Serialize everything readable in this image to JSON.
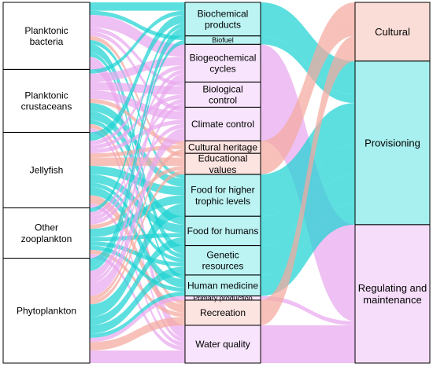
{
  "colors": {
    "teal": "#1fd3d3",
    "pink": "#f4a99f",
    "purple": "#e9a8ef",
    "node_teal": "#3fdcdc",
    "node_pink": "#f7b3a8",
    "node_purple": "#eab3f5"
  },
  "organisms": [
    {
      "id": "bacteria",
      "label": "Planktonic bacteria",
      "lines": [
        "Planktonic",
        "bacteria"
      ],
      "color": "purple"
    },
    {
      "id": "crustaceans",
      "label": "Planktonic crustaceans",
      "lines": [
        "Planktonic",
        "crustaceans"
      ],
      "color": "purple"
    },
    {
      "id": "jellyfish",
      "label": "Jellyfish",
      "lines": [
        "Jellyfish"
      ],
      "color": "purple"
    },
    {
      "id": "other",
      "label": "Other zooplankton",
      "lines": [
        "Other",
        "zooplankton"
      ],
      "color": "purple"
    },
    {
      "id": "phyto",
      "label": "Phytoplankton",
      "lines": [
        "Phytoplankton"
      ],
      "color": "purple"
    }
  ],
  "services": [
    {
      "id": "biochem",
      "label": "Biochemical products",
      "lines": [
        "Biochemical",
        "products"
      ],
      "color": "teal"
    },
    {
      "id": "biofuel",
      "label": "Biofuel",
      "lines": [
        "Biofuel"
      ],
      "color": "teal"
    },
    {
      "id": "biogeo",
      "label": "Biogeochemical cycles",
      "lines": [
        "Biogeochemical",
        "cycles"
      ],
      "color": "purple"
    },
    {
      "id": "biocontrol",
      "label": "Biological control",
      "lines": [
        "Biological",
        "control"
      ],
      "color": "purple"
    },
    {
      "id": "climate",
      "label": "Climate control",
      "lines": [
        "Climate control"
      ],
      "color": "purple"
    },
    {
      "id": "heritage",
      "label": "Cultural heritage",
      "lines": [
        "Cultural heritage"
      ],
      "color": "pink"
    },
    {
      "id": "edu",
      "label": "Educational values",
      "lines": [
        "Educational",
        "values"
      ],
      "color": "pink"
    },
    {
      "id": "foodhigher",
      "label": "Food for higher trophic levels",
      "lines": [
        "Food for higher",
        "trophic levels"
      ],
      "color": "teal"
    },
    {
      "id": "foodhuman",
      "label": "Food for humans",
      "lines": [
        "Food for humans"
      ],
      "color": "teal"
    },
    {
      "id": "genetic",
      "label": "Genetic resources",
      "lines": [
        "Genetic",
        "resources"
      ],
      "color": "teal"
    },
    {
      "id": "medicine",
      "label": "Human medicine",
      "lines": [
        "Human medicine"
      ],
      "color": "teal"
    },
    {
      "id": "primary",
      "label": "Primary production",
      "lines": [
        "Primary production"
      ],
      "color": "purple"
    },
    {
      "id": "recreation",
      "label": "Recreation",
      "lines": [
        "Recreation"
      ],
      "color": "pink"
    },
    {
      "id": "water",
      "label": "Water quality",
      "lines": [
        "Water quality"
      ],
      "color": "purple"
    }
  ],
  "categories": [
    {
      "id": "cultural",
      "label": "Cultural",
      "lines": [
        "Cultural"
      ],
      "color": "pink"
    },
    {
      "id": "provisioning",
      "label": "Provisioning",
      "lines": [
        "Provisioning"
      ],
      "color": "teal"
    },
    {
      "id": "regulating",
      "label": "Regulating and maintenance",
      "lines": [
        "Regulating and",
        "maintenance"
      ],
      "color": "purple"
    }
  ],
  "service_category": {
    "biochem": "provisioning",
    "biofuel": "provisioning",
    "biogeo": "regulating",
    "biocontrol": "regulating",
    "climate": "regulating",
    "heritage": "cultural",
    "edu": "cultural",
    "foodhigher": "provisioning",
    "foodhuman": "provisioning",
    "genetic": "provisioning",
    "medicine": "provisioning",
    "primary": "regulating",
    "recreation": "cultural",
    "water": "regulating"
  },
  "links": [
    {
      "source": "bacteria",
      "target": "biochem",
      "value": 2
    },
    {
      "source": "bacteria",
      "target": "biofuel",
      "value": 1
    },
    {
      "source": "bacteria",
      "target": "biogeo",
      "value": 3
    },
    {
      "source": "bacteria",
      "target": "biocontrol",
      "value": 1
    },
    {
      "source": "bacteria",
      "target": "climate",
      "value": 1
    },
    {
      "source": "bacteria",
      "target": "edu",
      "value": 1
    },
    {
      "source": "bacteria",
      "target": "foodhigher",
      "value": 1
    },
    {
      "source": "bacteria",
      "target": "genetic",
      "value": 2
    },
    {
      "source": "bacteria",
      "target": "medicine",
      "value": 1
    },
    {
      "source": "bacteria",
      "target": "water",
      "value": 3
    },
    {
      "source": "crustaceans",
      "target": "biochem",
      "value": 1
    },
    {
      "source": "crustaceans",
      "target": "biogeo",
      "value": 2
    },
    {
      "source": "crustaceans",
      "target": "biocontrol",
      "value": 2
    },
    {
      "source": "crustaceans",
      "target": "climate",
      "value": 2
    },
    {
      "source": "crustaceans",
      "target": "heritage",
      "value": 1
    },
    {
      "source": "crustaceans",
      "target": "foodhigher",
      "value": 2
    },
    {
      "source": "crustaceans",
      "target": "foodhuman",
      "value": 2
    },
    {
      "source": "crustaceans",
      "target": "genetic",
      "value": 1
    },
    {
      "source": "crustaceans",
      "target": "recreation",
      "value": 1
    },
    {
      "source": "crustaceans",
      "target": "water",
      "value": 1
    },
    {
      "source": "jellyfish",
      "target": "biochem",
      "value": 2
    },
    {
      "source": "jellyfish",
      "target": "biogeo",
      "value": 1
    },
    {
      "source": "jellyfish",
      "target": "biocontrol",
      "value": 1
    },
    {
      "source": "jellyfish",
      "target": "climate",
      "value": 1
    },
    {
      "source": "jellyfish",
      "target": "heritage",
      "value": 1
    },
    {
      "source": "jellyfish",
      "target": "edu",
      "value": 2
    },
    {
      "source": "jellyfish",
      "target": "foodhigher",
      "value": 2
    },
    {
      "source": "jellyfish",
      "target": "foodhuman",
      "value": 2
    },
    {
      "source": "jellyfish",
      "target": "genetic",
      "value": 1
    },
    {
      "source": "jellyfish",
      "target": "medicine",
      "value": 2
    },
    {
      "source": "jellyfish",
      "target": "recreation",
      "value": 2
    },
    {
      "source": "jellyfish",
      "target": "water",
      "value": 1
    },
    {
      "source": "other",
      "target": "biochem",
      "value": 1
    },
    {
      "source": "other",
      "target": "biogeo",
      "value": 1
    },
    {
      "source": "other",
      "target": "biocontrol",
      "value": 1
    },
    {
      "source": "other",
      "target": "climate",
      "value": 1
    },
    {
      "source": "other",
      "target": "edu",
      "value": 1
    },
    {
      "source": "other",
      "target": "foodhigher",
      "value": 2
    },
    {
      "source": "other",
      "target": "foodhuman",
      "value": 1
    },
    {
      "source": "other",
      "target": "genetic",
      "value": 1
    },
    {
      "source": "other",
      "target": "medicine",
      "value": 1
    },
    {
      "source": "other",
      "target": "recreation",
      "value": 1
    },
    {
      "source": "other",
      "target": "water",
      "value": 1
    },
    {
      "source": "phyto",
      "target": "biochem",
      "value": 2
    },
    {
      "source": "phyto",
      "target": "biofuel",
      "value": 1
    },
    {
      "source": "phyto",
      "target": "biogeo",
      "value": 2
    },
    {
      "source": "phyto",
      "target": "biocontrol",
      "value": 1
    },
    {
      "source": "phyto",
      "target": "climate",
      "value": 3
    },
    {
      "source": "phyto",
      "target": "heritage",
      "value": 1
    },
    {
      "source": "phyto",
      "target": "edu",
      "value": 1
    },
    {
      "source": "phyto",
      "target": "foodhigher",
      "value": 3
    },
    {
      "source": "phyto",
      "target": "foodhuman",
      "value": 2
    },
    {
      "source": "phyto",
      "target": "genetic",
      "value": 2
    },
    {
      "source": "phyto",
      "target": "medicine",
      "value": 1
    },
    {
      "source": "phyto",
      "target": "primary",
      "value": 1
    },
    {
      "source": "phyto",
      "target": "recreation",
      "value": 2
    },
    {
      "source": "phyto",
      "target": "water",
      "value": 3
    }
  ]
}
